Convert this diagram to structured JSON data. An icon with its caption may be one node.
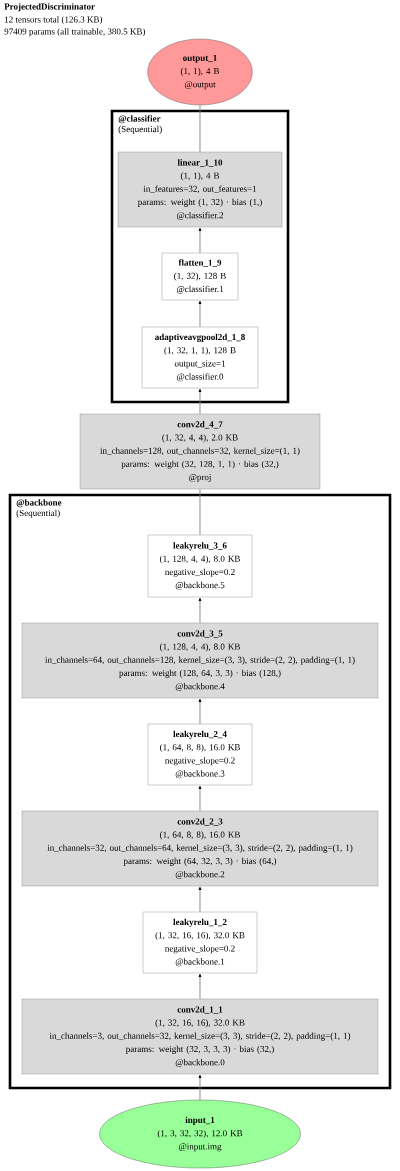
{
  "diagram": {
    "title": "ProjectedDiscriminator",
    "nodes": [
      {
        "text": [
          "output_1",
          "(1, 1), 4 B",
          "@output"
        ]
      },
      {
        "text": [
          "@classifier",
          "(Sequential)"
        ]
      },
      {
        "text": [
          "linear_1_10",
          "(1, 1), 4 B",
          "in_features=32, out_features=1",
          "params: weight (1, 32) · bias (1,)",
          "@classifier.2"
        ],
        "in": 1
      },
      {
        "text": [
          "flatten_1_9",
          "(1, 32), 128 B",
          "@classifier.1"
        ],
        "in": 1
      },
      {
        "text": [
          "adaptiveavgpool2d_1_8",
          "(1, 32, 1, 1), 128 B",
          "output_size=1",
          "@classifier.0"
        ],
        "in": 1
      },
      {
        "text": [
          "conv2d_4_7",
          "(1, 32, 4, 4), 2.0 KB",
          "in_channels=128, out_channels=32, kernel_size=(1, 1)",
          "params: weight (32, 128, 1, 1) · bias (32,)",
          "@proj"
        ]
      },
      {
        "text": [
          "@backbone",
          "(Sequential)"
        ]
      },
      {
        "text": [
          "leakyrelu_3_6",
          "(1, 128, 4, 4), 8.0 KB",
          "negative_slope=0.2",
          "@backbone.5"
        ],
        "in": 6
      },
      {
        "text": [
          "conv2d_3_5",
          "(1, 128, 4, 4), 8.0 KB",
          "in_channels=64, out_channels=128, kernel_size=(3, 3), stride=(2, 2), padding=(1, 1)",
          "params: weight (128, 64, 3, 3) · bias (128,)",
          "@backbone.4"
        ],
        "in": 6
      },
      {
        "text": [
          "leakyrelu_2_4",
          "(1, 64, 8, 8), 16.0 KB",
          "negative_slope=0.2",
          "@backbone.3"
        ],
        "in": 6
      },
      {
        "text": [
          "conv2d_2_3",
          "(1, 64, 8, 8), 16.0 KB",
          "in_channels=32, out_channels=64, kernel_size=(3, 3), stride=(2, 2), padding=(1, 1)",
          "params: weight (64, 32, 3, 3) · bias (64,)",
          "@backbone.2"
        ],
        "in": 6
      },
      {
        "text": [
          "leakyrelu_1_2",
          "(1, 32, 16, 16), 32.0 KB",
          "negative_slope=0.2",
          "@backbone.1"
        ],
        "in": 6
      },
      {
        "text": [
          "conv2d_1_1",
          "(1, 32, 16, 16), 32.0 KB",
          "in_channels=3, out_channels=32, kernel_size=(3, 3), stride=(2, 2), padding=(1, 1)",
          "params: weight (32, 3, 3, 3) · bias (32,)",
          "@backbone.0"
        ],
        "in": 6
      },
      {
        "text": [
          "input_1",
          "(1, 3, 32, 32), 12.0 KB",
          "@input.img"
        ]
      }
    ],
    "edges": [
      {
        "from": 13,
        "to": 12,
        "arrow": "to"
      },
      {
        "from": 12,
        "to": 11,
        "arrow": "to"
      },
      {
        "from": 11,
        "to": 10,
        "arrow": "to"
      },
      {
        "from": 10,
        "to": 9,
        "arrow": "to"
      },
      {
        "from": 9,
        "to": 8,
        "arrow": "to"
      },
      {
        "from": 8,
        "to": 7,
        "arrow": "to"
      },
      {
        "from": 7,
        "to": 5,
        "arrow": "none"
      },
      {
        "from": 5,
        "to": 4,
        "arrow": "to"
      },
      {
        "from": 4,
        "to": 3,
        "arrow": "to"
      },
      {
        "from": 3,
        "to": 2,
        "arrow": "to"
      },
      {
        "from": 2,
        "to": 0,
        "arrow": "none"
      }
    ],
    "labels": [
      "12 tensors total (126.3 KB)",
      "97409 params (all trainable, 380.5 KB)"
    ]
  }
}
